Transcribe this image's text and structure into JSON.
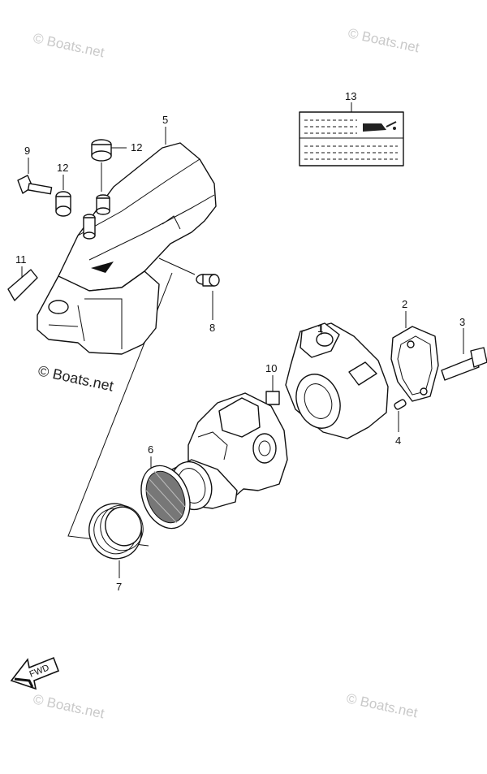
{
  "diagram": {
    "watermarks": {
      "top_left": "© Boats.net",
      "top_right": "© Boats.net",
      "middle": "© Boats.net",
      "bottom_left": "© Boats.net",
      "bottom_right": "© Boats.net"
    },
    "callouts": {
      "c1": "1",
      "c2": "2",
      "c3": "3",
      "c4": "4",
      "c5": "5",
      "c6": "6",
      "c7": "7",
      "c8": "8",
      "c9": "9",
      "c10": "10",
      "c11": "11",
      "c12a": "12",
      "c12b": "12",
      "c13": "13"
    },
    "direction_arrow": "FWD",
    "icons": [
      "fwd-arrow-icon",
      "oil-can-icon"
    ]
  }
}
